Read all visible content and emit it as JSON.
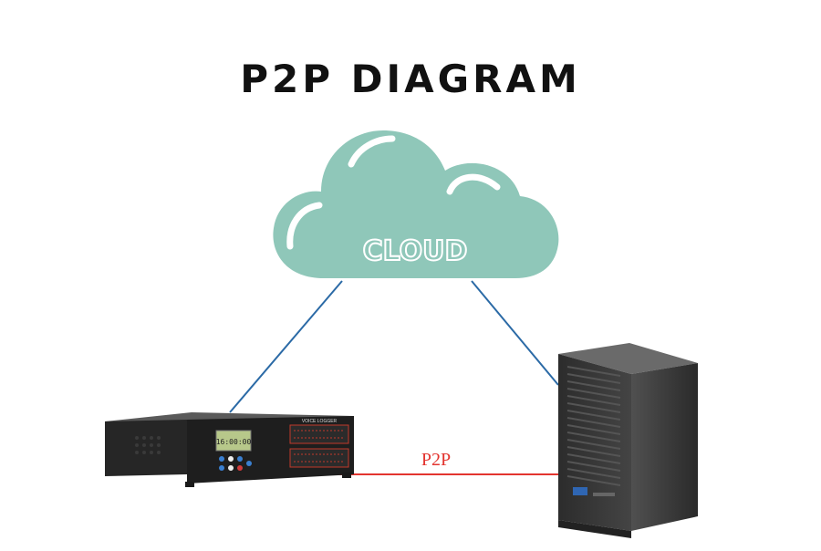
{
  "title": "P2P DIAGRAM",
  "cloud": {
    "label": "CLOUD"
  },
  "link": {
    "label": "P2P"
  },
  "device": {
    "lcd_text": "16:00:00",
    "panel_label": "VOICE LOGGER"
  },
  "colors": {
    "cloud": "#8fc7b9",
    "cloud_line": "#2b6aa6",
    "p2p_line": "#e3342f",
    "p2p_text": "#e3342f",
    "device_body": "#2a2a2a",
    "server_body": "#3b3b3b"
  }
}
